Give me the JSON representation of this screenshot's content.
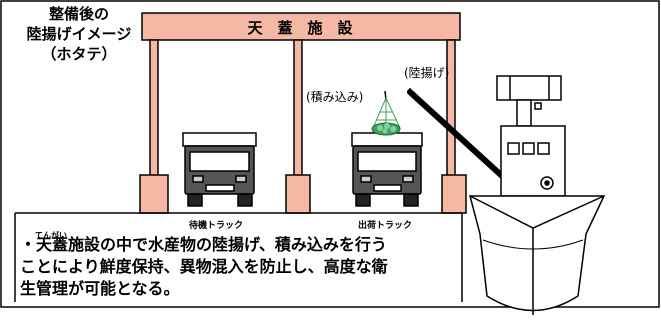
{
  "title": {
    "line1": "整備後の",
    "line2": "陸揚げイメージ",
    "line3": "（ホタテ）"
  },
  "canopy": {
    "label": "天　蓋　施　設"
  },
  "labels": {
    "loading": "(積み込み)",
    "unloading": "(陸揚げ)",
    "waiting_truck": "待機トラック",
    "shipping_truck": "出荷トラック"
  },
  "description": {
    "ruby": "てんがい",
    "line1": "・天蓋施設の中で水産物の陸揚げ、積み込みを行う",
    "line2": "ことにより鮮度保持、異物混入を防止し、高度な衛",
    "line3": "生管理が可能となる。"
  },
  "colors": {
    "canopy_fill": "#f4b8a4",
    "net_green": "#3fa060",
    "outline": "#000000"
  }
}
